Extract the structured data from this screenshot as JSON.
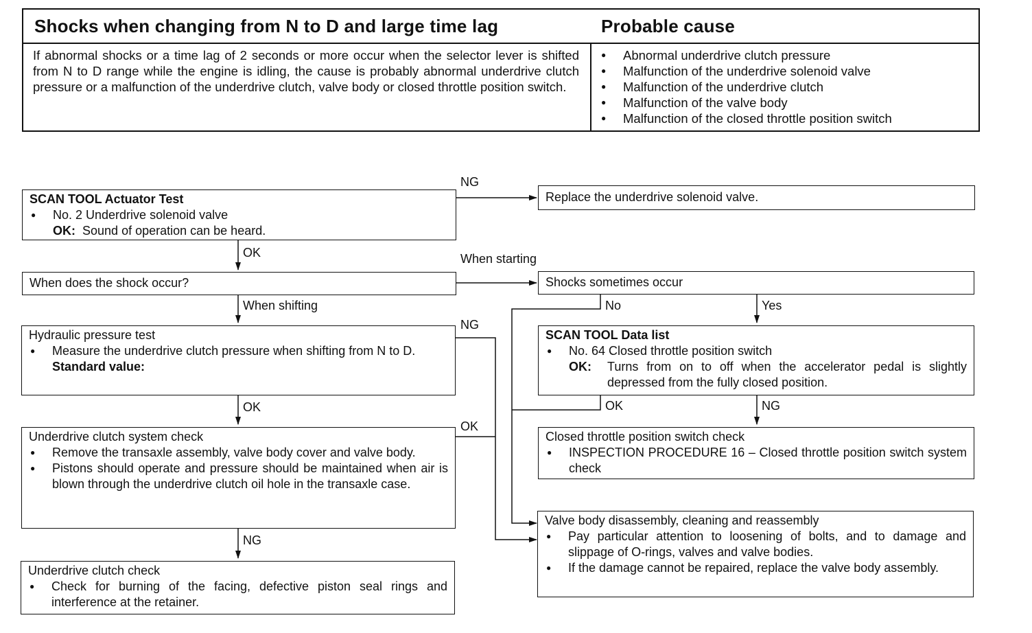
{
  "header": {
    "symptom": "Shocks when changing from N to D and large time lag",
    "cause_heading": "Probable cause",
    "description": "If abnormal shocks or a time lag of 2 seconds or more occur when the selector lever is shifted from N to D range while the engine is idling, the cause is probably abnormal underdrive clutch pressure or a malfunction of the underdrive clutch, valve body or closed throttle position switch.",
    "causes": [
      "Abnormal underdrive clutch pressure",
      "Malfunction of the underdrive solenoid valve",
      "Malfunction of the underdrive clutch",
      "Malfunction of the valve body",
      "Malfunction of the closed throttle position switch"
    ]
  },
  "boxes": {
    "actuator": {
      "title": "SCAN TOOL Actuator Test",
      "item": "No. 2 Underdrive solenoid valve",
      "ok_key": "OK:",
      "ok_text": "Sound of operation can be heard."
    },
    "replace_solenoid": {
      "text": "Replace the underdrive solenoid valve."
    },
    "shock_question": {
      "text": "When does the shock occur?"
    },
    "shocks_sometimes": {
      "text": "Shocks sometimes occur"
    },
    "hydraulic": {
      "title": "Hydraulic pressure test",
      "item": "Measure the underdrive clutch pressure when shifting from N to D.",
      "std": "Standard value:"
    },
    "data_list": {
      "title": "SCAN TOOL Data list",
      "item": "No. 64 Closed throttle position switch",
      "ok_key": "OK:",
      "ok_text": "Turns from on to off when the accelerator pedal is slightly depressed from the fully closed position."
    },
    "clutch_system": {
      "title": "Underdrive clutch system check",
      "item1": "Remove the transaxle assembly, valve body cover and valve body.",
      "item2": "Pistons should operate and pressure should be maintained when air is blown through the underdrive clutch oil hole in the transaxle case."
    },
    "throttle_check": {
      "title": "Closed throttle position switch check",
      "item": "INSPECTION PROCEDURE 16 – Closed throttle position switch system check"
    },
    "valve_body": {
      "title": "Valve body disassembly, cleaning and reassembly",
      "item1": "Pay particular attention to loosening of bolts, and to damage and slippage of O-rings, valves and valve bodies.",
      "item2": "If the damage cannot be repaired, replace the valve body assembly."
    },
    "clutch_check": {
      "title": "Underdrive clutch check",
      "item": "Check for burning of the facing, defective piston seal rings and interference at the retainer."
    }
  },
  "labels": {
    "ng1": "NG",
    "ok1": "OK",
    "when_starting": "When starting",
    "when_shifting": "When shifting",
    "no": "No",
    "yes": "Yes",
    "ng2": "NG",
    "ok2": "OK",
    "ok3": "OK",
    "ok4": "OK",
    "ng3": "NG",
    "ng4": "NG"
  }
}
